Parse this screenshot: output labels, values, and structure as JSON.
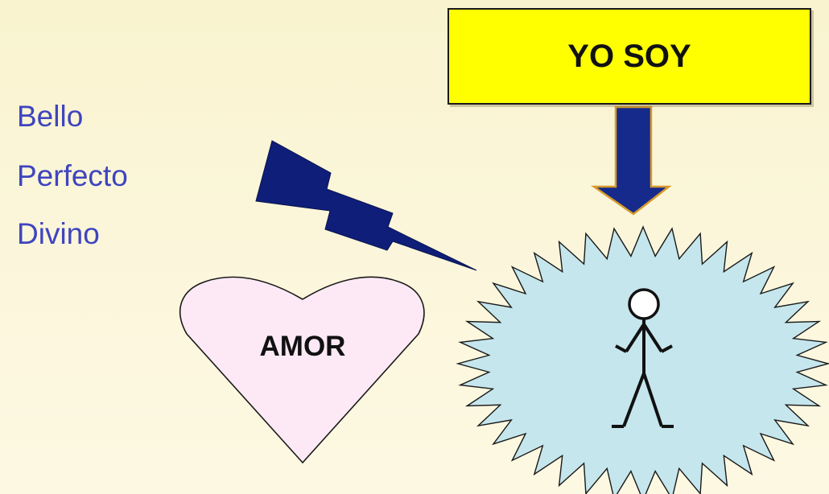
{
  "attributes": [
    {
      "text": "Bello"
    },
    {
      "text": "Perfecto"
    },
    {
      "text": "Divino"
    }
  ],
  "boxes": {
    "yo_soy": "YO SOY",
    "amor": "AMOR"
  },
  "colors": {
    "attribute_text": "#3f44bf",
    "yo_soy_fill": "#ffff00",
    "arrow_fill": "#162a8c",
    "arrow_outline": "#d79a2a",
    "lightning_fill": "#0f1e78",
    "heart_fill": "#fde9f6",
    "burst_fill": "#c5e6ec",
    "figure_stroke": "#111111"
  },
  "icons": {
    "arrow": "down-arrow-icon",
    "lightning": "lightning-bolt-icon",
    "heart": "heart-icon",
    "burst": "explosion-burst-icon",
    "figure": "stick-figure-icon"
  }
}
